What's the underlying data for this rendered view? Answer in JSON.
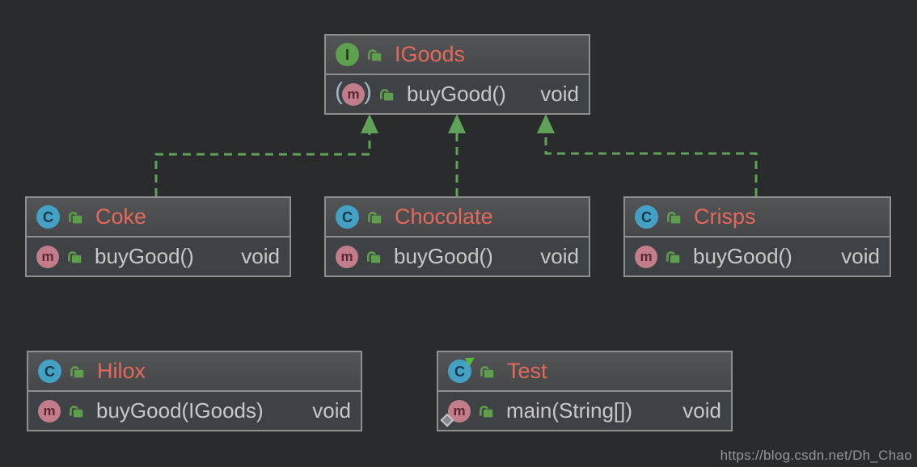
{
  "watermark": "https://blog.csdn.net/Dh_Chao",
  "colors": {
    "background": "#2a2b2d",
    "node_border": "#8f8f8f",
    "header_bg": "#4c4e50",
    "row_bg": "#3f4244",
    "title_text": "#e3695c",
    "method_text": "#c8c8c8",
    "edge_green": "#61a25b",
    "class_icon_blue": "#44a1c4",
    "interface_icon_green": "#5ea050",
    "method_icon_pink": "#c17d8a",
    "lock_green": "#5f9e4d"
  },
  "nodes": {
    "igoods": {
      "kind": "interface",
      "icon_letter": "I",
      "title": "IGoods",
      "method": {
        "icon_letter": "m",
        "abstract": true,
        "paren_open": "(",
        "paren_close": ")",
        "name": "buyGood()",
        "returns": "void"
      }
    },
    "coke": {
      "kind": "class",
      "icon_letter": "C",
      "title": "Coke",
      "method": {
        "icon_letter": "m",
        "name": "buyGood()",
        "returns": "void"
      }
    },
    "chocolate": {
      "kind": "class",
      "icon_letter": "C",
      "title": "Chocolate",
      "method": {
        "icon_letter": "m",
        "name": "buyGood()",
        "returns": "void"
      }
    },
    "crisps": {
      "kind": "class",
      "icon_letter": "C",
      "title": "Crisps",
      "method": {
        "icon_letter": "m",
        "name": "buyGood()",
        "returns": "void"
      }
    },
    "hilox": {
      "kind": "class",
      "icon_letter": "C",
      "title": "Hilox",
      "method": {
        "icon_letter": "m",
        "name": "buyGood(IGoods)",
        "returns": "void"
      }
    },
    "test": {
      "kind": "runnable-class",
      "icon_letter": "C",
      "title": "Test",
      "method": {
        "icon_letter": "m",
        "static": true,
        "name": "main(String[])",
        "returns": "void"
      }
    }
  },
  "edges": [
    {
      "from": "Coke",
      "to": "IGoods",
      "type": "realization",
      "style": "dashed",
      "color": "#61a25b"
    },
    {
      "from": "Chocolate",
      "to": "IGoods",
      "type": "realization",
      "style": "dashed",
      "color": "#61a25b"
    },
    {
      "from": "Crisps",
      "to": "IGoods",
      "type": "realization",
      "style": "dashed",
      "color": "#61a25b"
    }
  ]
}
